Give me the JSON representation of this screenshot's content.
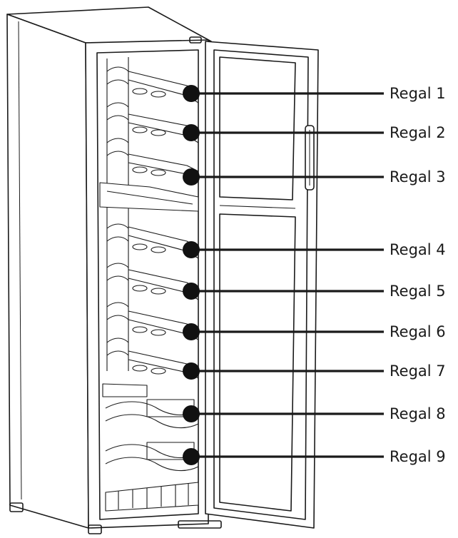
{
  "diagram": {
    "subject": "wine-cooler-open-door",
    "colors": {
      "line": "#1a1a1a",
      "marker": "#111111",
      "fill": "#ffffff"
    },
    "shelves": [
      {
        "label": "Regal 1"
      },
      {
        "label": "Regal 2"
      },
      {
        "label": "Regal 3"
      },
      {
        "label": "Regal 4"
      },
      {
        "label": "Regal 5"
      },
      {
        "label": "Regal 6"
      },
      {
        "label": "Regal 7"
      },
      {
        "label": "Regal 8"
      },
      {
        "label": "Regal 9"
      }
    ]
  }
}
